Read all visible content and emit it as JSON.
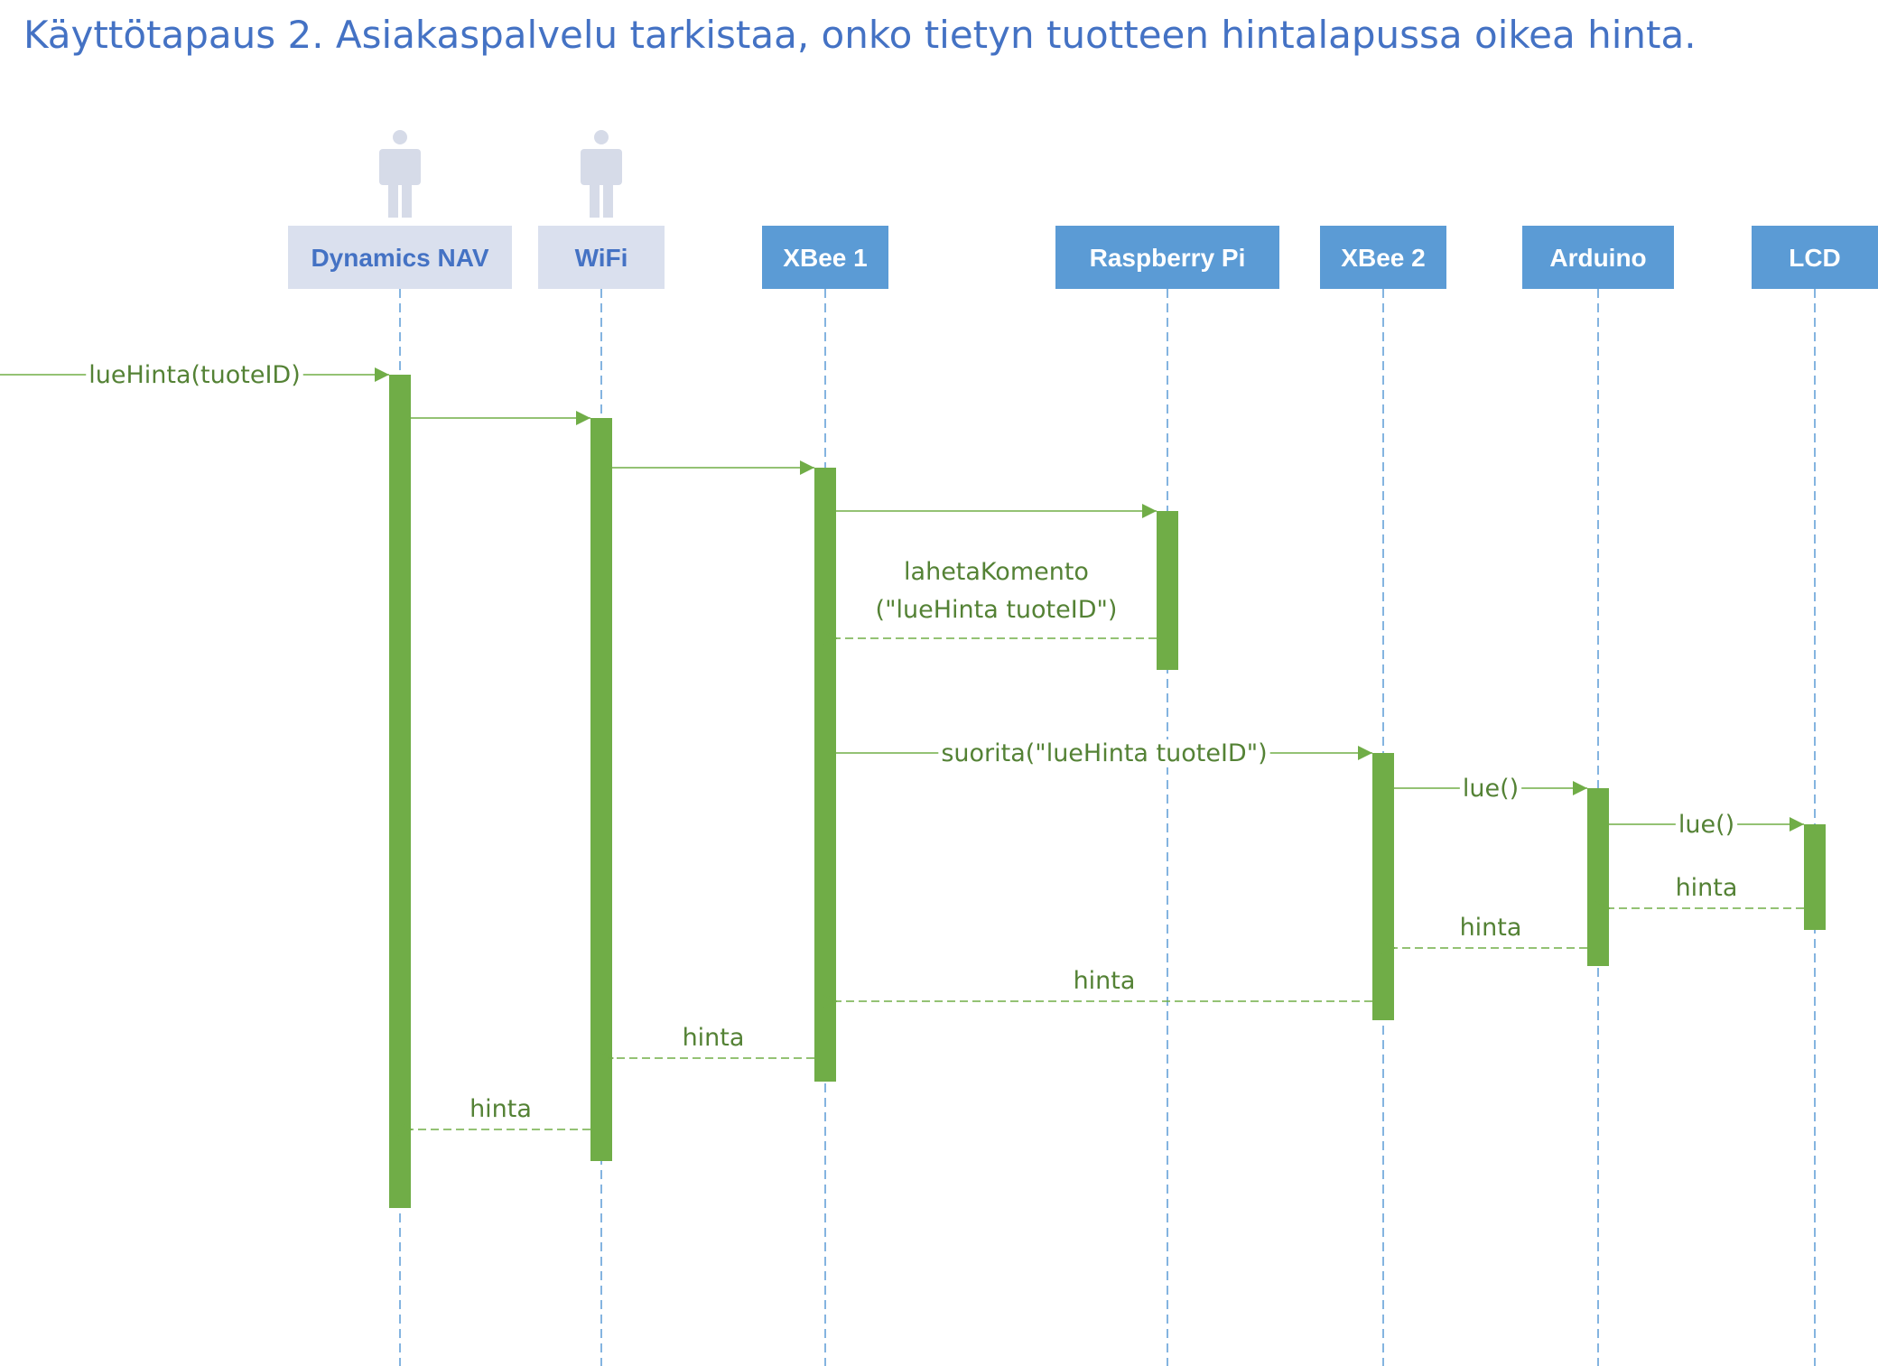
{
  "title": "Käyttötapaus 2. Asiakaspalvelu tarkistaa, onko tietyn tuotteen hintalapussa oikea hinta.",
  "colors": {
    "title": "#4472C4",
    "actor_box": "#DAE0EE",
    "actor_text": "#4472C4",
    "actor_icon": "#D6DBE8",
    "component_box": "#5B9BD5",
    "component_text": "#FFFFFF",
    "lifeline": "#5B9BD5",
    "activation": "#70AD47",
    "message": "#70AD47",
    "label": "#548235"
  },
  "participants": [
    {
      "id": "nav",
      "label": "Dynamics NAV",
      "kind": "actor"
    },
    {
      "id": "wifi",
      "label": "WiFi",
      "kind": "actor"
    },
    {
      "id": "xbee1",
      "label": "XBee 1",
      "kind": "component"
    },
    {
      "id": "rpi",
      "label": "Raspberry Pi",
      "kind": "component"
    },
    {
      "id": "xbee2",
      "label": "XBee 2",
      "kind": "component"
    },
    {
      "id": "arduino",
      "label": "Arduino",
      "kind": "component"
    },
    {
      "id": "lcd",
      "label": "LCD",
      "kind": "component"
    }
  ],
  "messages": [
    {
      "from": "external",
      "to": "nav",
      "label": "lueHinta(tuoteID)",
      "type": "call"
    },
    {
      "from": "nav",
      "to": "wifi",
      "label": "",
      "type": "call"
    },
    {
      "from": "wifi",
      "to": "xbee1",
      "label": "",
      "type": "call"
    },
    {
      "from": "xbee1",
      "to": "rpi",
      "label": "",
      "type": "call"
    },
    {
      "from": "rpi",
      "to": "xbee1",
      "label": "lahetaKomento",
      "label_line2": "(\"lueHinta tuoteID\")",
      "type": "return"
    },
    {
      "from": "xbee1",
      "to": "xbee2",
      "label": "suorita(\"lueHinta tuoteID\")",
      "type": "call"
    },
    {
      "from": "xbee2",
      "to": "arduino",
      "label": "lue()",
      "type": "call"
    },
    {
      "from": "arduino",
      "to": "lcd",
      "label": "lue()",
      "type": "call"
    },
    {
      "from": "lcd",
      "to": "arduino",
      "label": "hinta",
      "type": "return"
    },
    {
      "from": "arduino",
      "to": "xbee2",
      "label": "hinta",
      "type": "return"
    },
    {
      "from": "xbee2",
      "to": "xbee1",
      "label": "hinta",
      "type": "return"
    },
    {
      "from": "xbee1",
      "to": "wifi",
      "label": "hinta",
      "type": "return"
    },
    {
      "from": "wifi",
      "to": "nav",
      "label": "hinta",
      "type": "return"
    }
  ]
}
